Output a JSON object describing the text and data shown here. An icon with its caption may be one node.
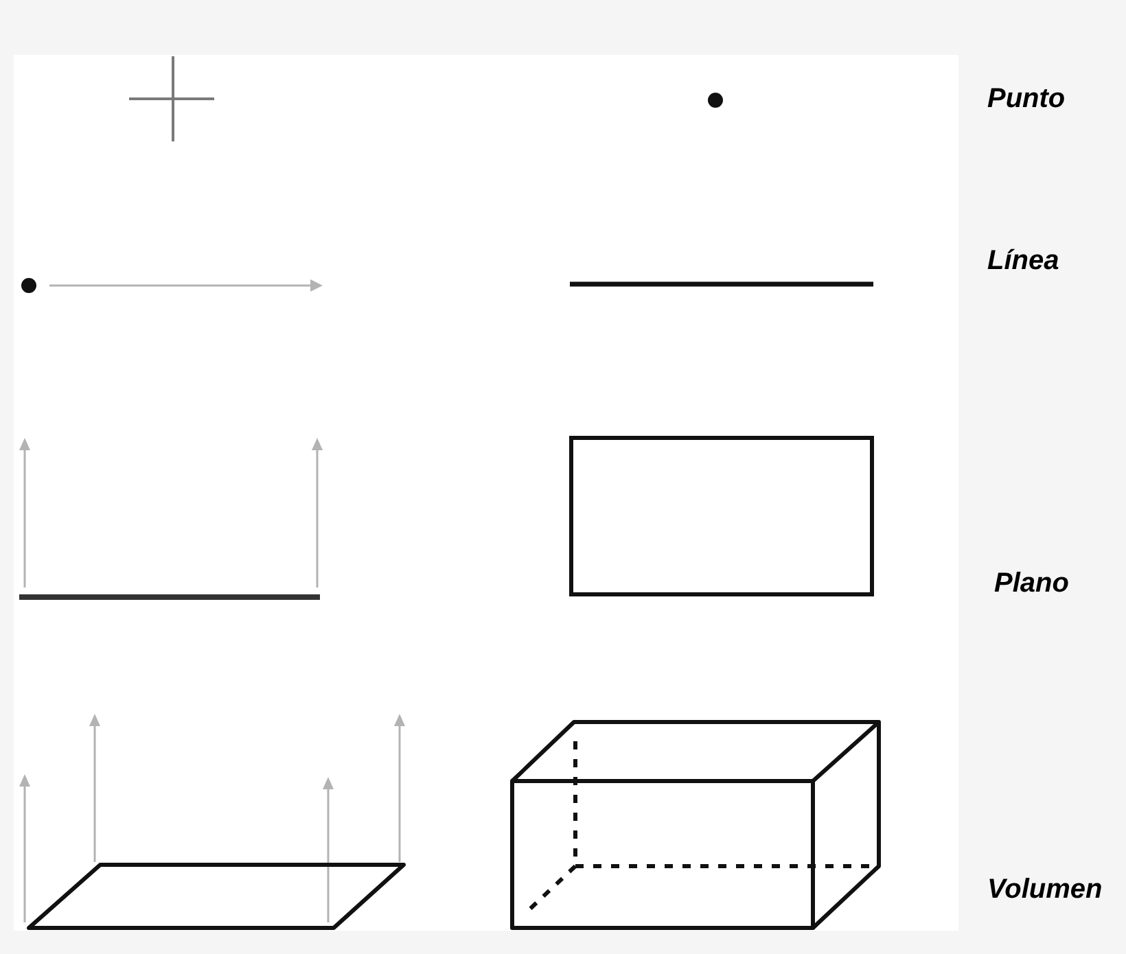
{
  "diagram": {
    "labels": [
      "Punto",
      "Línea",
      "Plano",
      "Volumen"
    ]
  }
}
